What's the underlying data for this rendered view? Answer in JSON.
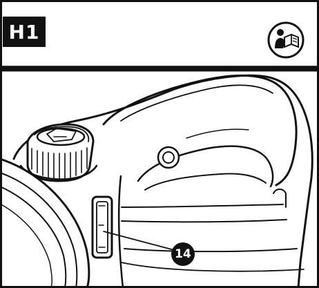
{
  "header": {
    "step_label": "H1",
    "manual_icon": "read-manual-icon"
  },
  "callouts": [
    {
      "number": "14",
      "target": "level-indicator-window"
    }
  ],
  "colors": {
    "ink": "#111111",
    "paper": "#ffffff"
  }
}
